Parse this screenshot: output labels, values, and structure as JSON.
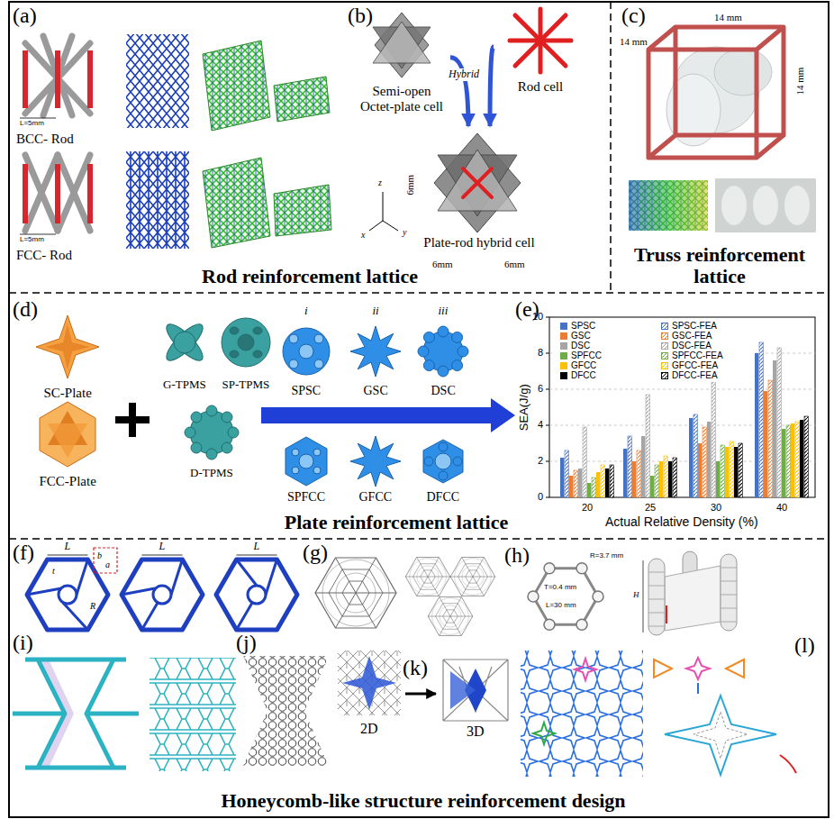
{
  "diagram": {
    "nodes": [
      {
        "text": [
          "Rod reinforcement lattice"
        ]
      },
      {
        "text": [
          "Semi-open Octet-plate cell"
        ],
        "in": 0
      },
      {
        "text": [
          "Rod cell"
        ],
        "in": 0
      },
      {
        "text": [
          "Plate-rod hybrid cell"
        ],
        "in": 0
      },
      {
        "text": [
          "Truss reinforcement lattice"
        ]
      },
      {
        "text": [
          "Plate reinforcement lattice"
        ]
      },
      {
        "text": [
          "Honeycomb-like structure reinforcement design"
        ]
      }
    ],
    "edges": [
      {
        "from": 1,
        "to": 3,
        "arrow": "to",
        "label": "Hybrid"
      },
      {
        "from": 2,
        "to": 3,
        "arrow": "to"
      }
    ],
    "labels": [
      "(a)",
      "L=5mm",
      "BCC- Rod",
      "L=5mm",
      "FCC- Rod",
      "(b)",
      "z",
      "x",
      "y",
      "6mm",
      "6mm",
      "6mm",
      "(c)",
      "14 mm",
      "14 mm",
      "14 mm",
      "(d)",
      "SC-Plate",
      "FCC-Plate",
      "G-TPMS",
      "SP-TPMS",
      "D-TPMS",
      "i",
      "ii",
      "iii",
      "SPSC",
      "GSC",
      "DSC",
      "SPFCC",
      "GFCC",
      "DFCC",
      "(e)",
      "SEA(J/g)",
      "0",
      "2",
      "4",
      "6",
      "8",
      "10",
      "20",
      "25",
      "30",
      "40",
      "Actual Relative Density (%)",
      "(f)",
      "L",
      "L",
      "L",
      "b",
      "a",
      "t",
      "R",
      "(g)",
      "(h)",
      "R=3.7 mm",
      "T=0.4 mm",
      "L=30 mm",
      "H",
      "(i)",
      "(j)",
      "2D",
      "(k)",
      "3D",
      "(l)"
    ],
    "legend": [
      {
        "text": "SPSC",
        "color": "#4472c4"
      },
      {
        "text": "GSC",
        "color": "#ed7d31"
      },
      {
        "text": "DSC",
        "color": "#a5a5a5"
      },
      {
        "text": "SPFCC",
        "color": "#70ad47"
      },
      {
        "text": "GFCC",
        "color": "#ffc000"
      },
      {
        "text": "DFCC",
        "color": "#000000"
      },
      {
        "text": "SPSC-FEA"
      },
      {
        "text": "GSC-FEA"
      },
      {
        "text": "DSC-FEA"
      },
      {
        "text": "SPFCC-FEA"
      },
      {
        "text": "GFCC-FEA"
      },
      {
        "text": "DFCC-FEA"
      }
    ]
  }
}
